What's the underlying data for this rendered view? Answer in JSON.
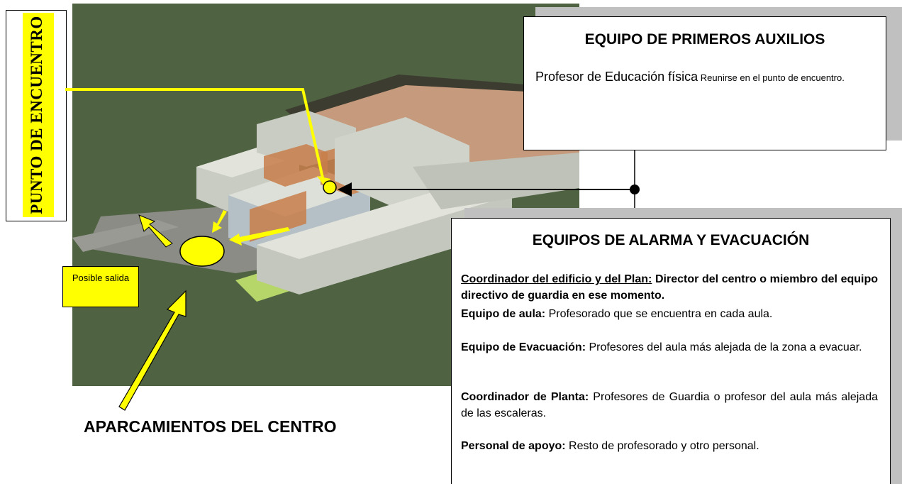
{
  "meeting_point_label": "PUNTO DE ENCUENTRO",
  "possible_exit_label": "Posible salida",
  "parking_label": "APARCAMIENTOS DEL CENTRO",
  "first_aid": {
    "title": "EQUIPO DE PRIMEROS AUXILIOS",
    "role": "Profesor de Educación física",
    "instruction": "Reunirse en el punto de encuentro."
  },
  "alarm": {
    "title": "EQUIPOS DE ALARMA Y EVACUACIÓN",
    "coordinator_label": "Coordinador del edificio y del Plan:",
    "coordinator_text": "Director del centro o miembro del equipo directivo de guardia en ese momento.",
    "classroom_label": "Equipo de aula:",
    "classroom_text": "Profesorado que se encuentra en cada aula.",
    "evacuation_label": "Equipo de Evacuación:",
    "evacuation_text": "Profesores del aula más alejada de la zona a evacuar.",
    "floor_label": "Coordinador de Planta:",
    "floor_text": "Profesores de Guardia o profesor del aula más alejada de las escaleras.",
    "support_label": "Personal de apoyo:",
    "support_text": "Resto de profesorado y otro personal."
  },
  "colors": {
    "highlight": "#ffff00",
    "ground": "#4f6242",
    "shadow": "#c0c0c0"
  }
}
